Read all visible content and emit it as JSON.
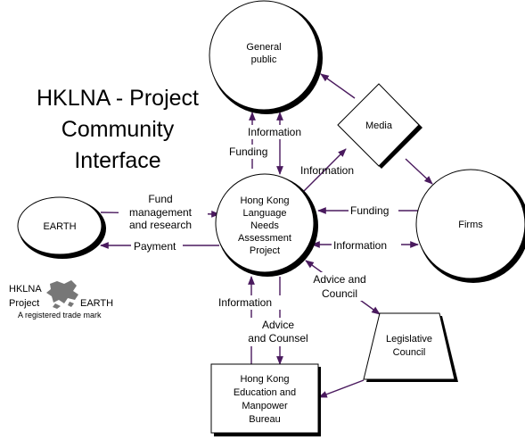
{
  "title_lines": [
    "HKLNA - Project",
    "Community",
    "Interface"
  ],
  "logo": {
    "line1": "HKLNA",
    "line2_left": "Project",
    "line2_right": "EARTH",
    "tagline": "A registered trade mark"
  },
  "nodes": {
    "general_public": [
      "General",
      "public"
    ],
    "media": [
      "Media"
    ],
    "earth": [
      "EARTH"
    ],
    "center": [
      "Hong Kong",
      "Language",
      "Needs",
      "Assessment",
      "Project"
    ],
    "firms": [
      "Firms"
    ],
    "legislative": [
      "Legislative",
      "Council"
    ],
    "bureau": [
      "Hong Kong",
      "Education and",
      "Manpower",
      "Bureau"
    ]
  },
  "edge_labels": {
    "information_public": [
      "Information"
    ],
    "funding_public": [
      "Funding"
    ],
    "information_media": [
      "Information"
    ],
    "fund_management": [
      "Fund",
      "management",
      "and research"
    ],
    "payment": [
      "Payment"
    ],
    "funding_firms": [
      "Funding"
    ],
    "information_firms": [
      "Information"
    ],
    "advice_council": [
      "Advice and",
      "Council"
    ],
    "information_bureau": [
      "Information"
    ],
    "advice_counsel": [
      "Advice",
      "and Counsel"
    ]
  },
  "colors": {
    "arrow": "#4a1a5e",
    "outline": "#000000",
    "background": "#ffffff"
  }
}
